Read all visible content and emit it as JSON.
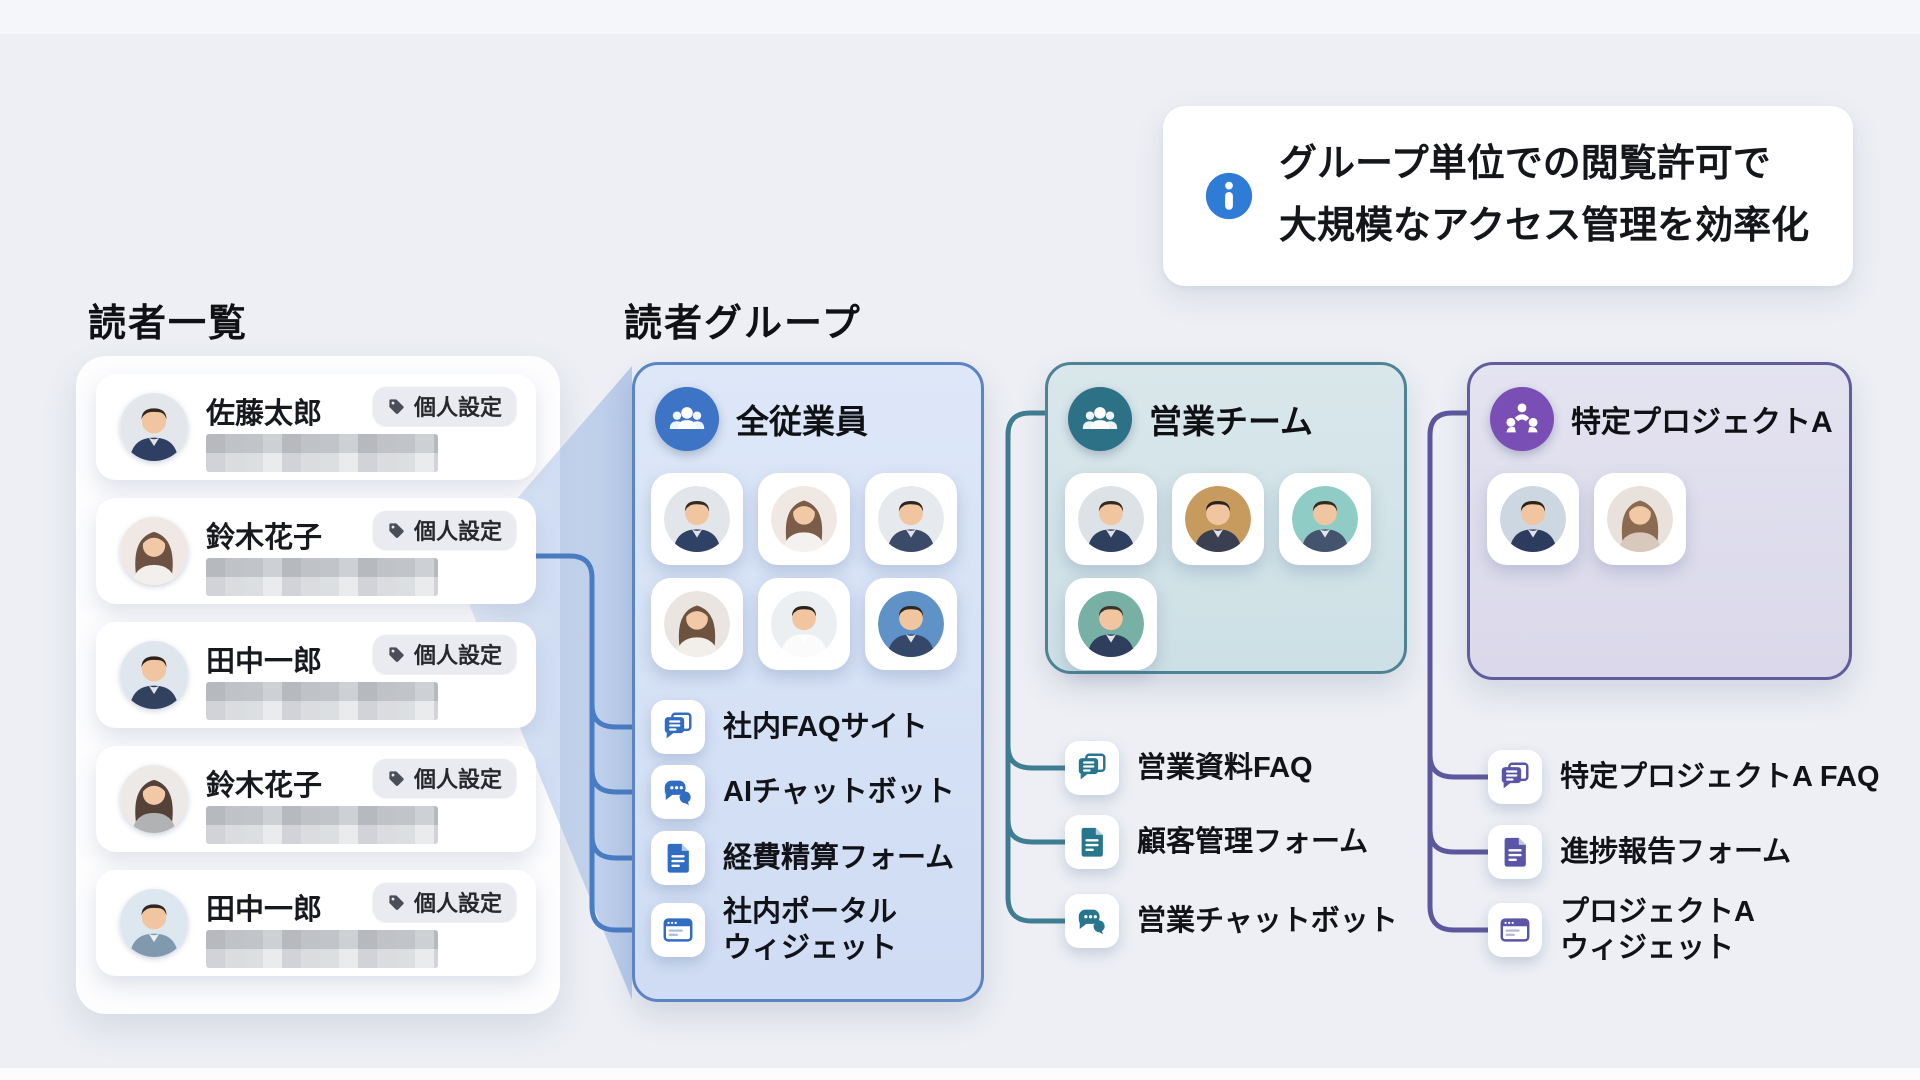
{
  "page": {
    "background": "#edeff4"
  },
  "info_box": {
    "icon": "info-icon",
    "accent": "#2e7cd6",
    "text": "グループ単位での閲覧許可で\n大規模なアクセス管理を効率化"
  },
  "readers": {
    "heading": "読者一覧",
    "badge_label": "個人設定",
    "items": [
      {
        "name": "佐藤太郎",
        "avatar": "male-short",
        "detail_redacted": true
      },
      {
        "name": "鈴木花子",
        "avatar": "female-long",
        "detail_redacted": true
      },
      {
        "name": "田中一郎",
        "avatar": "male-short",
        "detail_redacted": true
      },
      {
        "name": "鈴木花子",
        "avatar": "female-bob",
        "detail_redacted": true
      },
      {
        "name": "田中一郎",
        "avatar": "male-short",
        "detail_redacted": true
      }
    ]
  },
  "groups": {
    "heading": "読者グループ",
    "cards": [
      {
        "title": "全従業員",
        "accent": "#3d74c6",
        "border": "#5a84c4",
        "line": "#4a7cc2",
        "group_icon": "people-group-icon",
        "avatars": [
          "male",
          "female",
          "male",
          "female",
          "male",
          "male"
        ],
        "resources": [
          {
            "icon": "faq-icon",
            "label": "社内FAQサイト"
          },
          {
            "icon": "chat-icon",
            "label": "AIチャットボット"
          },
          {
            "icon": "form-icon",
            "label": "経費精算フォーム"
          },
          {
            "icon": "widget-icon",
            "label": "社内ポータル\nウィジェット"
          }
        ]
      },
      {
        "title": "営業チーム",
        "accent": "#2d7187",
        "border": "#4e8396",
        "line": "#3f7e92",
        "group_icon": "people-group-icon",
        "avatars": [
          "male",
          "male",
          "male",
          "male"
        ],
        "resources": [
          {
            "icon": "faq-icon",
            "label": "営業資料FAQ"
          },
          {
            "icon": "form-icon",
            "label": "顧客管理フォーム"
          },
          {
            "icon": "chat-icon",
            "label": "営業チャットボット"
          }
        ]
      },
      {
        "title": "特定プロジェクトA",
        "accent": "#7a4fb5",
        "border": "#615c9c",
        "line": "#5d589d",
        "group_icon": "people-circle-icon",
        "avatars": [
          "male",
          "female-glasses"
        ],
        "resources": [
          {
            "icon": "faq-icon",
            "label": "特定プロジェクトA FAQ"
          },
          {
            "icon": "form-icon",
            "label": "進捗報告フォーム"
          },
          {
            "icon": "widget-icon",
            "label": "プロジェクトA\nウィジェット"
          }
        ]
      }
    ]
  }
}
